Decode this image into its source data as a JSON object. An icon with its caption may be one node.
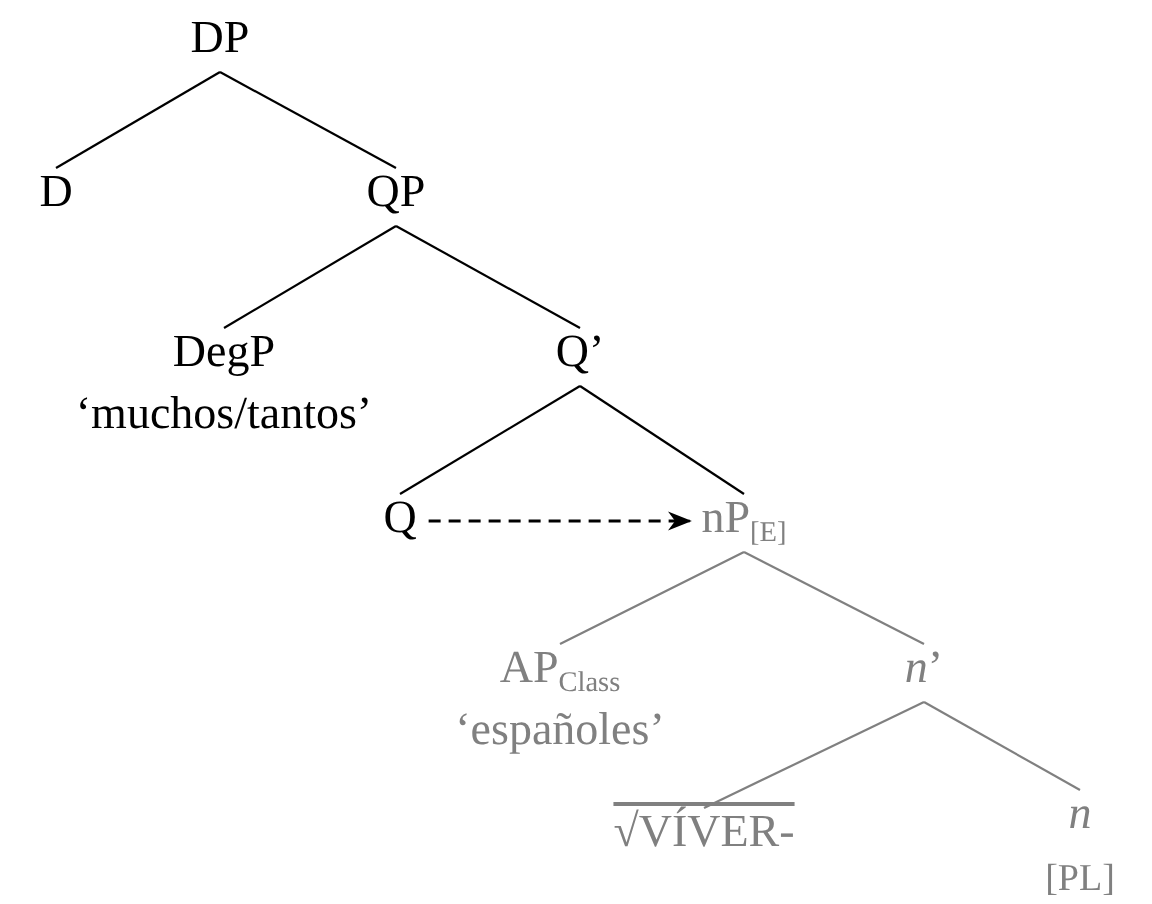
{
  "diagram": {
    "nodes": [
      {
        "text": [
          "DP"
        ]
      },
      {
        "text": [
          "D"
        ]
      },
      {
        "text": [
          "QP"
        ]
      },
      {
        "text": [
          "DegP",
          "‘muchos/tantos’"
        ]
      },
      {
        "text": [
          "Q’"
        ]
      },
      {
        "text": [
          "Q"
        ]
      },
      {
        "text": [
          "nP$_{[E]}$"
        ]
      },
      {
        "text": [
          "AP$_{Class}$",
          "‘españoles’"
        ]
      },
      {
        "text": [
          "*n*’"
        ]
      },
      {
        "text": [
          "√VÍVER-"
        ]
      },
      {
        "text": [
          "*n*",
          "[PL]"
        ]
      }
    ],
    "edges": [
      {
        "from": 0,
        "to": 1,
        "arrow": "none"
      },
      {
        "from": 0,
        "to": 2,
        "arrow": "none"
      },
      {
        "from": 2,
        "to": 3,
        "arrow": "none"
      },
      {
        "from": 2,
        "to": 4,
        "arrow": "none"
      },
      {
        "from": 4,
        "to": 5,
        "arrow": "none"
      },
      {
        "from": 4,
        "to": 6,
        "arrow": "none"
      },
      {
        "from": 5,
        "to": 6,
        "arrow": "to",
        "style": "dashed"
      },
      {
        "from": 6,
        "to": 7,
        "arrow": "none",
        "color": "#808080"
      },
      {
        "from": 6,
        "to": 8,
        "arrow": "none",
        "color": "#808080"
      },
      {
        "from": 8,
        "to": 9,
        "arrow": "none",
        "color": "#808080"
      },
      {
        "from": 8,
        "to": 10,
        "arrow": "none",
        "color": "#808080"
      }
    ]
  }
}
